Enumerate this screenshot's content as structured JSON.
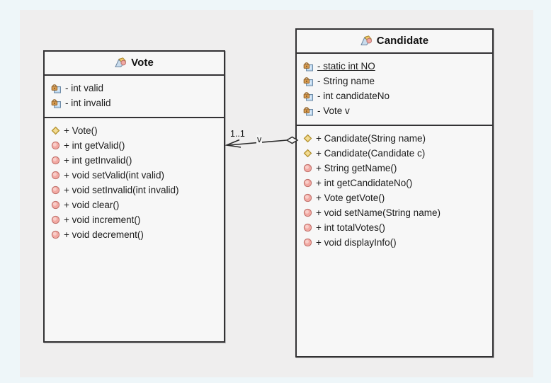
{
  "diagram": {
    "type": "uml-class-diagram",
    "canvas_background": "#efeeee",
    "page_background": "#eef6f9",
    "border_color": "#333234"
  },
  "classes": [
    {
      "id": "vote",
      "name": "Vote",
      "icon": "class-icon",
      "attributes": [
        {
          "icon": "private-field-icon",
          "visibility": "-",
          "text": "- int valid",
          "static": false
        },
        {
          "icon": "private-field-icon",
          "visibility": "-",
          "text": "- int invalid",
          "static": false
        }
      ],
      "operations": [
        {
          "icon": "constructor-icon",
          "visibility": "+",
          "text": "+ Vote()"
        },
        {
          "icon": "public-method-icon",
          "visibility": "+",
          "text": "+ int getValid()"
        },
        {
          "icon": "public-method-icon",
          "visibility": "+",
          "text": "+ int getInvalid()"
        },
        {
          "icon": "public-method-icon",
          "visibility": "+",
          "text": "+ void setValid(int valid)"
        },
        {
          "icon": "public-method-icon",
          "visibility": "+",
          "text": "+ void setInvalid(int invalid)"
        },
        {
          "icon": "public-method-icon",
          "visibility": "+",
          "text": "+ void clear()"
        },
        {
          "icon": "public-method-icon",
          "visibility": "+",
          "text": "+ void increment()"
        },
        {
          "icon": "public-method-icon",
          "visibility": "+",
          "text": "+ void decrement()"
        }
      ]
    },
    {
      "id": "candidate",
      "name": "Candidate",
      "icon": "class-icon",
      "attributes": [
        {
          "icon": "private-field-icon",
          "visibility": "-",
          "text": "- static int NO",
          "static": true
        },
        {
          "icon": "private-field-icon",
          "visibility": "-",
          "text": "- String name",
          "static": false
        },
        {
          "icon": "private-field-icon",
          "visibility": "-",
          "text": "- int candidateNo",
          "static": false
        },
        {
          "icon": "private-field-icon",
          "visibility": "-",
          "text": "- Vote v",
          "static": false
        }
      ],
      "operations": [
        {
          "icon": "constructor-icon",
          "visibility": "+",
          "text": "+ Candidate(String name)"
        },
        {
          "icon": "constructor-icon",
          "visibility": "+",
          "text": "+ Candidate(Candidate c)"
        },
        {
          "icon": "public-method-icon",
          "visibility": "+",
          "text": "+ String getName()"
        },
        {
          "icon": "public-method-icon",
          "visibility": "+",
          "text": "+ int getCandidateNo()"
        },
        {
          "icon": "public-method-icon",
          "visibility": "+",
          "text": "+ Vote getVote()"
        },
        {
          "icon": "public-method-icon",
          "visibility": "+",
          "text": "+ void setName(String name)"
        },
        {
          "icon": "public-method-icon",
          "visibility": "+",
          "text": "+ int totalVotes()"
        },
        {
          "icon": "public-method-icon",
          "visibility": "+",
          "text": "+ void displayInfo()"
        }
      ]
    }
  ],
  "association": {
    "kind": "aggregation",
    "source": "Candidate",
    "target": "Vote",
    "multiplicity": "1..1",
    "role_name": "v",
    "source_decoration": "open-diamond",
    "target_decoration": "open-arrow"
  }
}
